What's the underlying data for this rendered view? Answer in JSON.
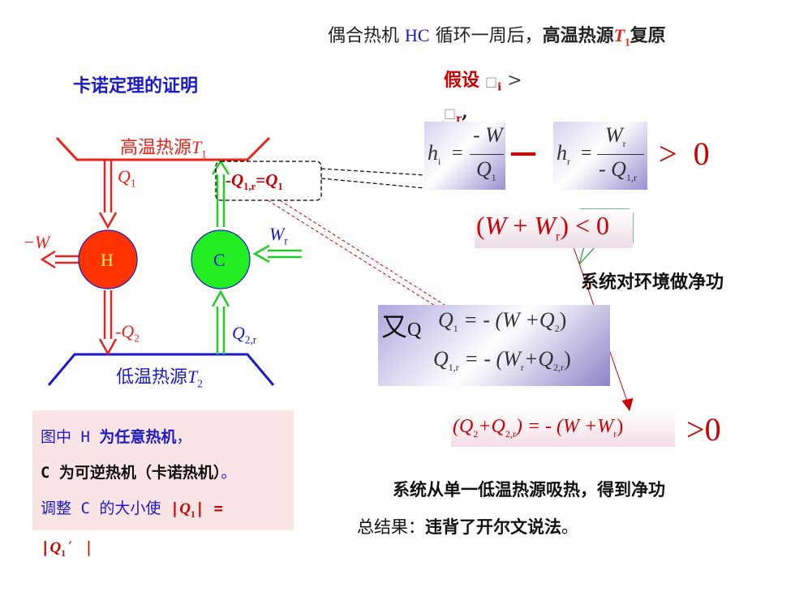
{
  "header": {
    "line_prefix": "偶合热机",
    "hc": "HC",
    "line_mid": "循环一周后，",
    "bold_part": "高温热源",
    "t_sym": "T",
    "t_sub": "1",
    "tail": "复原"
  },
  "section_title": "卡诺定理的证明",
  "diagram": {
    "hot_label": "高温热源",
    "hot_sym": "T",
    "hot_sub": "1",
    "cold_label": "低温热源",
    "cold_sym": "T",
    "cold_sub": "2",
    "q1": "Q",
    "q1_sub": "1",
    "minus_w": "−W",
    "wr": "W",
    "wr_sub": "r",
    "engine_h": "H",
    "engine_c": "C",
    "neg_q2": "-Q",
    "neg_q2_sub": "2",
    "q2r": "Q",
    "q2r_sub": "2,r",
    "q1r_box": {
      "minus": "-",
      "sym1": "Q",
      "sub1": "1,r",
      "eq": "=",
      "sym2": "Q",
      "sub2": "1"
    }
  },
  "assumption": {
    "label": "假设",
    "box1": "□",
    "sub1": "i",
    "gt": ">",
    "box2": "□",
    "sub2": "r",
    "comma": ","
  },
  "formula1": {
    "eta_i": "h",
    "eta_i_sub": "i",
    "eq": "=",
    "num": "- W",
    "den": "Q",
    "den_sub": "1",
    "dash": "—",
    "eta_r": "h",
    "eta_r_sub": "r",
    "num_r": "W",
    "num_r_sub": "r",
    "den_r": "- Q",
    "den_r_sub": "1,r",
    "gt": ">",
    "zero": "0"
  },
  "formula2": {
    "lp": "(",
    "w": "W",
    "plus": "+",
    "wr": "W",
    "wr_sub": "r",
    "rp": ")",
    "lt": "<",
    "zero": "0"
  },
  "callout1": "系统对环境做净功",
  "formula3": {
    "prefix": "又",
    "because": "Q",
    "line1_lhs": "Q",
    "line1_lhs_sub": "1",
    "line1_rhs": "= - (W +Q",
    "line1_rhs_sub": "2",
    "line1_end": ")",
    "line2_lhs": "Q",
    "line2_lhs_sub": "1,r",
    "line2_rhs_a": "= - (W",
    "line2_rhs_a_sub": "r",
    "line2_rhs_b": "+Q",
    "line2_rhs_b_sub": "2,r",
    "line2_end": ")"
  },
  "formula4": {
    "a": "(Q",
    "a_sub": "2",
    "b": "+Q",
    "b_sub": "2,r",
    "c": ") = - (W +W",
    "c_sub": "r",
    "d": ")",
    "gt": ">",
    "zero": "0"
  },
  "callout2": "系统从单一低温热源吸热，得到净功",
  "result": {
    "prefix": "总结果：",
    "bold": "违背了开尔文说法",
    "end": "。"
  },
  "note": {
    "line1_a": "图中 H ",
    "line1_b": "为任意热机",
    "line1_c": "，",
    "line2": "C 为可逆热机（卡诺热机）",
    "line2_end": "。",
    "line3_a": "调整 C 的大小使 ",
    "abs1_l": "|",
    "abs1_q": "Q",
    "abs1_sub": "1",
    "abs1_r": "|",
    "eq": " = ",
    "line4_l": "|",
    "line4_q": "Q",
    "line4_sub": "1",
    "line4_prime": "′",
    "line4_r": " |"
  },
  "colors": {
    "red": "#e8231a",
    "blue": "#1a1acc",
    "green": "#22cc22",
    "darkred": "#cc0000"
  }
}
